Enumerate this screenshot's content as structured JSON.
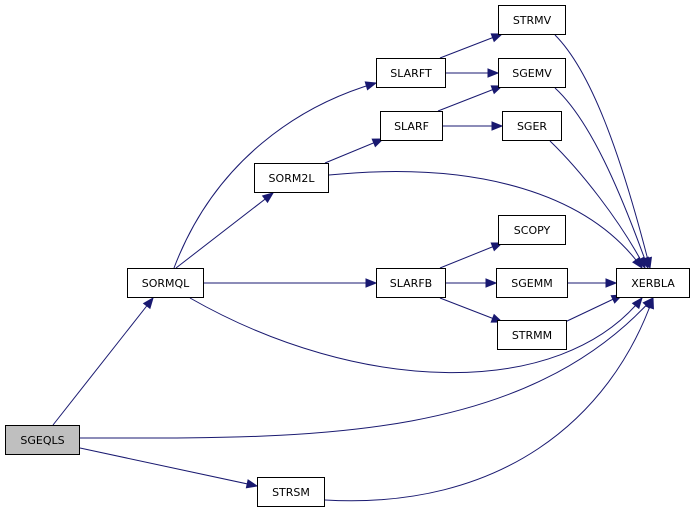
{
  "graph": {
    "edge_color": "#191970",
    "root_fill": "#bfbfbf",
    "node_fill": "#ffffff",
    "nodes": {
      "sgeqls": "SGEQLS",
      "sormql": "SORMQL",
      "sorm2l": "SORM2L",
      "slarft": "SLARFT",
      "slarf": "SLARF",
      "slarfb": "SLARFB",
      "strmv": "STRMV",
      "sgemv": "SGEMV",
      "sger": "SGER",
      "scopy": "SCOPY",
      "sgemm": "SGEMM",
      "strmm": "STRMM",
      "xerbla": "XERBLA",
      "strsm": "STRSM"
    },
    "edges": [
      [
        "SGEQLS",
        "SORMQL"
      ],
      [
        "SGEQLS",
        "XERBLA"
      ],
      [
        "SGEQLS",
        "STRSM"
      ],
      [
        "SORMQL",
        "SORM2L"
      ],
      [
        "SORMQL",
        "SLARFT"
      ],
      [
        "SORMQL",
        "SLARFB"
      ],
      [
        "SORMQL",
        "XERBLA"
      ],
      [
        "SORM2L",
        "SLARF"
      ],
      [
        "SORM2L",
        "XERBLA"
      ],
      [
        "SLARFT",
        "STRMV"
      ],
      [
        "SLARFT",
        "SGEMV"
      ],
      [
        "SLARF",
        "SGEMV"
      ],
      [
        "SLARF",
        "SGER"
      ],
      [
        "SLARFB",
        "SCOPY"
      ],
      [
        "SLARFB",
        "SGEMM"
      ],
      [
        "SLARFB",
        "STRMM"
      ],
      [
        "STRMV",
        "XERBLA"
      ],
      [
        "SGEMV",
        "XERBLA"
      ],
      [
        "SGER",
        "XERBLA"
      ],
      [
        "SGEMM",
        "XERBLA"
      ],
      [
        "STRMM",
        "XERBLA"
      ],
      [
        "STRSM",
        "XERBLA"
      ]
    ]
  }
}
